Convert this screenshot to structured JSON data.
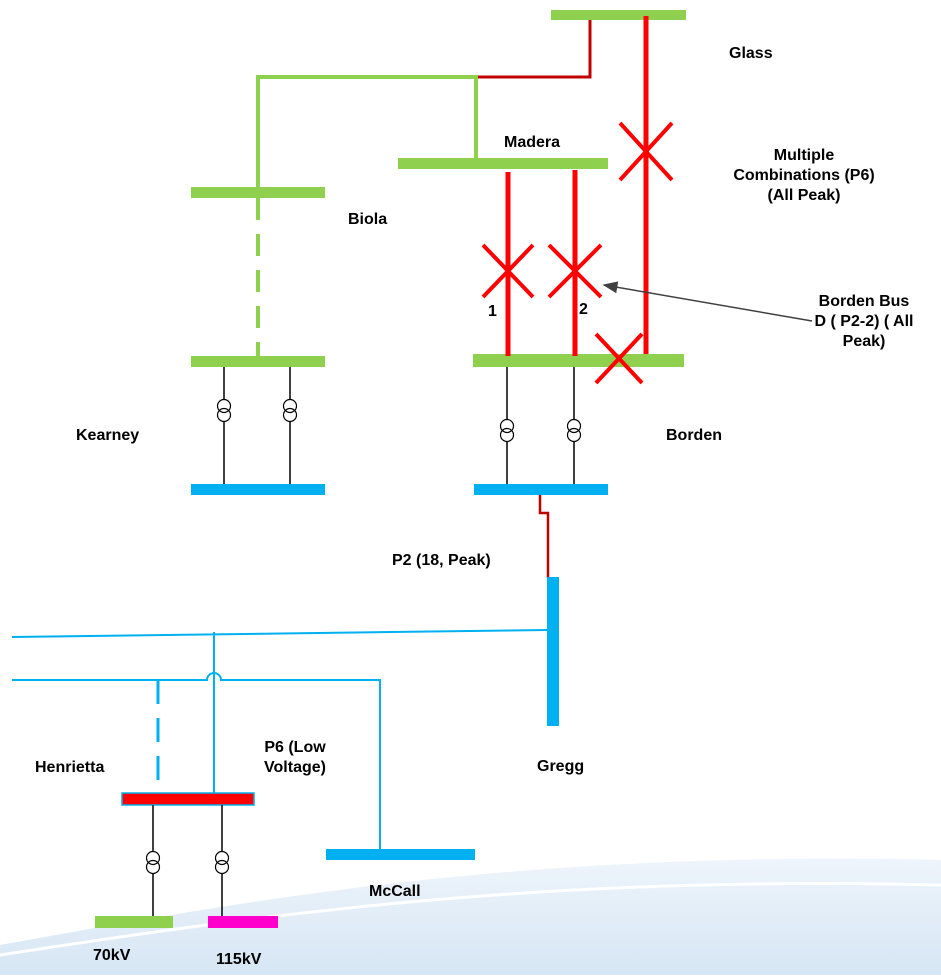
{
  "colors": {
    "bus_230": "#8fd14f",
    "bus_blue": "#00b0f0",
    "bus_red": "#ff0000",
    "bus_70": "#8fd14f",
    "bus_115": "#ff00cc",
    "line_red": "#c00000",
    "outage": "#ff0000"
  },
  "labels": {
    "glass": "Glass",
    "madera": "Madera",
    "biola": "Biola",
    "kearney": "Kearney",
    "borden": "Borden",
    "p2": "P2 (18, Peak)",
    "gregg": "Gregg",
    "henrietta": "Henrietta",
    "p6_low_line1": "P6 (Low",
    "p6_low_line2": "Voltage)",
    "mccall": "McCall",
    "kv70": "70kV",
    "kv115": "115kV",
    "multiple_line1": "Multiple",
    "multiple_line2": "Combinations (P6)",
    "multiple_line3": "(All Peak)",
    "borden_bus_line1": "Borden Bus",
    "borden_bus_line2": "D ( P2-2) ( All",
    "borden_bus_line3": "Peak)",
    "line_1": "1",
    "line_2": "2"
  }
}
